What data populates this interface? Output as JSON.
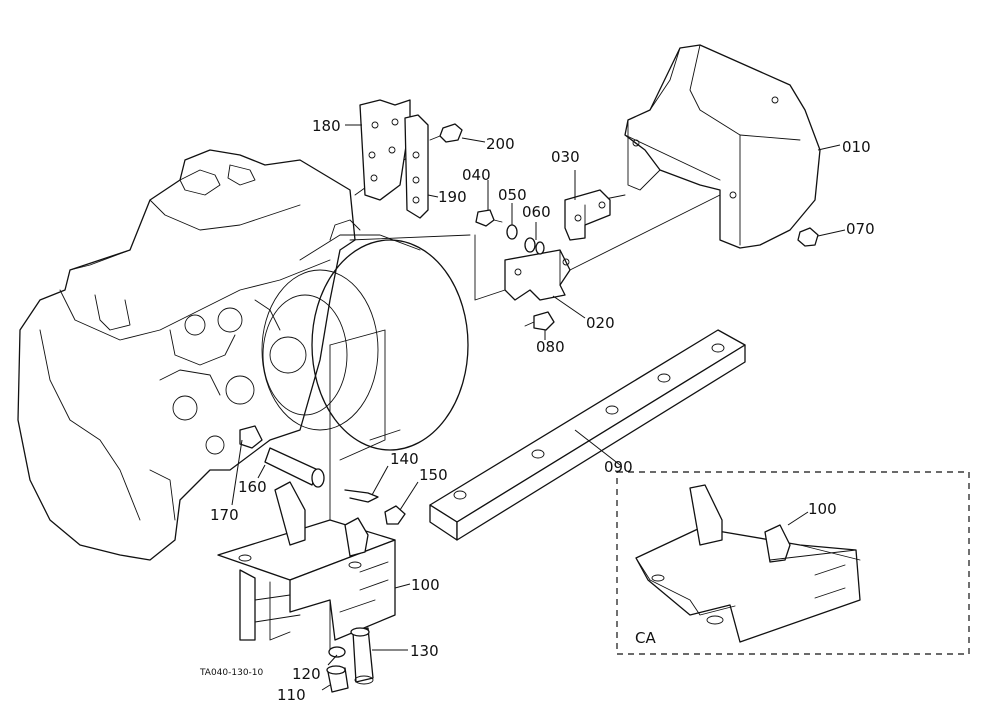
{
  "parts": {
    "p010": "010",
    "p020": "020",
    "p030": "030",
    "p040": "040",
    "p050": "050",
    "p060": "060",
    "p070": "070",
    "p080": "080",
    "p090": "090",
    "p100": "100",
    "p100_ca": "100",
    "p110": "110",
    "p120": "120",
    "p130": "130",
    "p140": "140",
    "p150": "150",
    "p160": "160",
    "p170": "170",
    "p180": "180",
    "p190": "190",
    "p200": "200"
  },
  "inset_label": "CA",
  "drawing_code": "TA040-130-10"
}
